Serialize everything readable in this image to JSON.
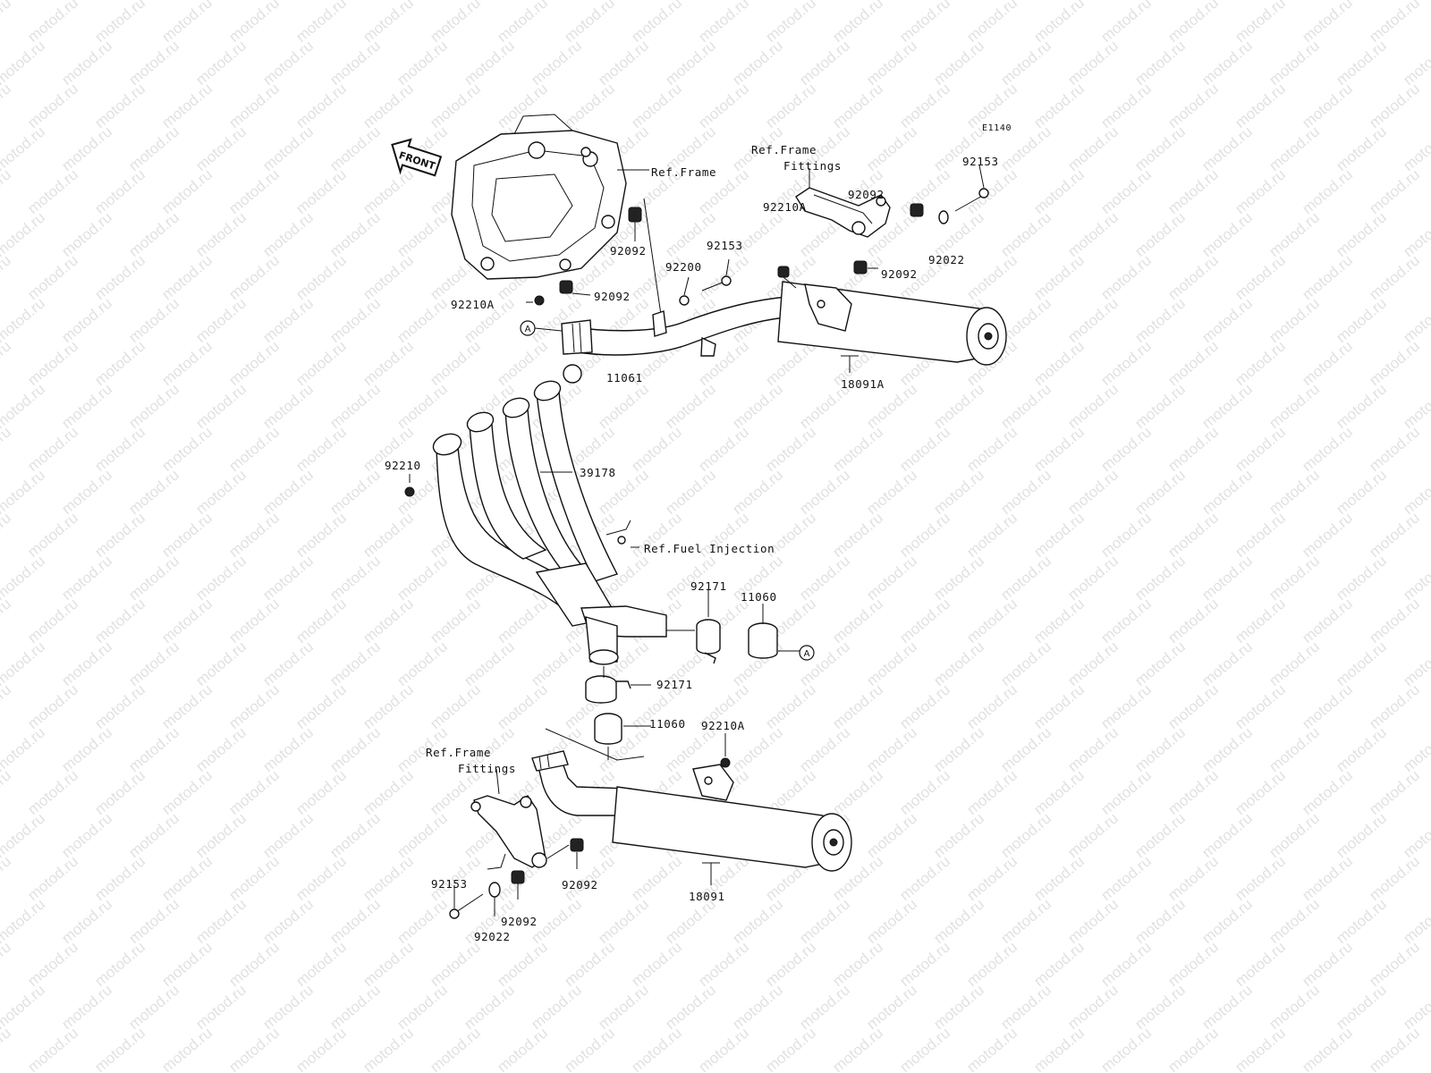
{
  "figure_code": "E1140",
  "front_arrow_label": "FRONT",
  "watermark_text": "motod.ru",
  "reference_marker": "A",
  "labels": {
    "ref_frame_top": "Ref.Frame",
    "ref_frame_fittings_top_l1": "Ref.Frame",
    "ref_frame_fittings_top_l2": "Fittings",
    "p92153_top": "92153",
    "p92092_frame_top": "92092",
    "p92022_top": "92022",
    "p92210A_top": "92210A",
    "p92092_right_top": "92092",
    "p92153_mid": "92153",
    "p92200": "92200",
    "p92092_frame_mid": "92092",
    "p92210A_left": "92210A",
    "p92092_left": "92092",
    "p11061": "11061",
    "p18091A": "18091A",
    "p92210": "92210",
    "p39178": "39178",
    "ref_fuel_injection": "Ref.Fuel Injection",
    "p92171_top": "92171",
    "p11060_top": "11060",
    "p92171_mid": "92171",
    "p11060_mid": "11060",
    "p92210A_bottom": "92210A",
    "ref_frame_fittings_bottom_l1": "Ref.Frame",
    "ref_frame_fittings_bottom_l2": "Fittings",
    "p92092_bottom_center": "92092",
    "p18091": "18091",
    "p92153_bottom": "92153",
    "p92092_bottom_left": "92092",
    "p92022_bottom": "92022"
  }
}
